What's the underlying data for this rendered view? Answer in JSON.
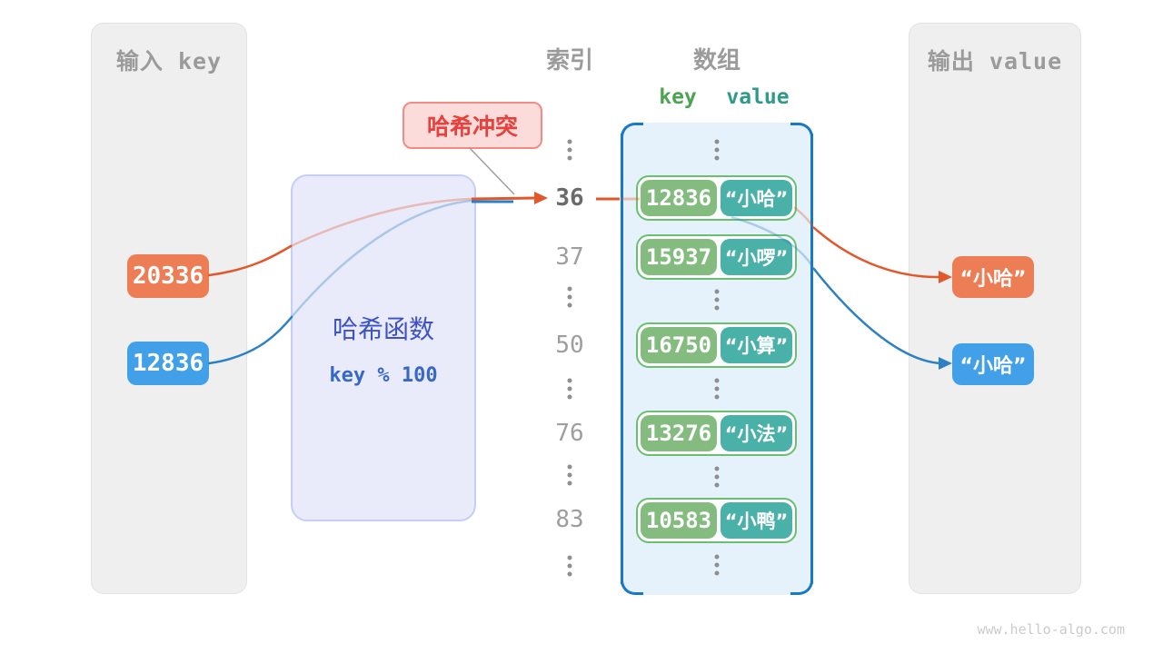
{
  "panels": {
    "input": {
      "title": "输入 key",
      "badges": [
        {
          "label": "20336",
          "color": "#ED7D54"
        },
        {
          "label": "12836",
          "color": "#41A0E8"
        }
      ]
    },
    "output": {
      "title": "输出 value",
      "badges": [
        {
          "label": "“小哈”",
          "color": "#ED7D54"
        },
        {
          "label": "“小哈”",
          "color": "#41A0E8"
        }
      ]
    }
  },
  "hash_function": {
    "title": "哈希函数",
    "formula": "key % 100"
  },
  "collision_label": "哈希冲突",
  "headers": {
    "index": "索引",
    "array": "数组",
    "key": "key",
    "value": "value"
  },
  "index_values": [
    "36",
    "37",
    "50",
    "76",
    "83"
  ],
  "highlighted_index": "36",
  "array_pairs": [
    {
      "index": "36",
      "key": "12836",
      "value": "“小哈”"
    },
    {
      "index": "37",
      "key": "15937",
      "value": "“小啰”"
    },
    {
      "index": "50",
      "key": "16750",
      "value": "“小算”"
    },
    {
      "index": "76",
      "key": "13276",
      "value": "“小法”"
    },
    {
      "index": "83",
      "key": "10583",
      "value": "“小鸭”"
    }
  ],
  "colors": {
    "orange": "#ED7D54",
    "blue": "#41A0E8",
    "orange_stroke": "#E2572B",
    "blue_stroke": "#2C80C5",
    "green_key": "#84BC80",
    "teal_value": "#4AB1A8",
    "array_border": "#1779C8"
  },
  "watermark": "www.hello-algo.com"
}
